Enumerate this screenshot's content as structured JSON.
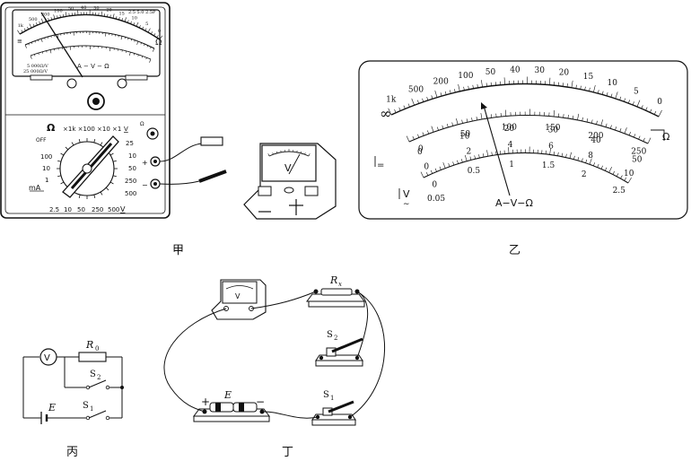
{
  "captions": {
    "jia": "甲",
    "yi": "乙",
    "bing": "丙",
    "ding": "丁"
  },
  "multimeter": {
    "face_omega_label": "Ω",
    "face_ohm_scale_top": [
      "1k",
      "500",
      "200",
      "100",
      "50",
      "40",
      "30",
      "20",
      "15",
      "10",
      "5",
      "0"
    ],
    "face_avo_label": "A − V − Ω",
    "face_spec_1": "5 000Ω/V",
    "face_spec_2": "25 000Ω/V",
    "face_class": "2.5 5.0 2.5P",
    "ohm_section_label": "Ω",
    "ohm_ranges": "×1k ×100 ×10  ×1",
    "off_label": "OFF",
    "ma_label": "mA",
    "ma_ranges": [
      "100",
      "10",
      "1"
    ],
    "dcv_label": "V",
    "dcv_ranges": [
      "2.5",
      "10",
      "50",
      "250",
      "500"
    ],
    "acv_label": "V",
    "acv_ranges": [
      "25",
      "10",
      "50",
      "250",
      "500"
    ],
    "plus_label": "+",
    "minus_label": "−"
  },
  "voltmeter": {
    "label": "V",
    "plus": "+",
    "minus": "−"
  },
  "dial": {
    "ohm_numbers": [
      "1k",
      "500",
      "200",
      "100",
      "50",
      "40",
      "30",
      "20",
      "15",
      "10",
      "5",
      "0"
    ],
    "dc_numbers": [
      "0",
      "50",
      "100",
      "150",
      "200",
      "250"
    ],
    "mid_numbers": [
      "0",
      "10",
      "20",
      "30",
      "40",
      "50"
    ],
    "low_numbers": [
      "0",
      "2",
      "4",
      "6",
      "8",
      "10"
    ],
    "ac_numbers": [
      "0",
      "0.5",
      "1",
      "1.5",
      "2",
      "2.5"
    ],
    "ac_first": "0.05",
    "infinity": "∞",
    "omega_symbol": "Ω",
    "dc_symbol": "=",
    "ac_symbol": "V",
    "avo_label": "A−V−Ω"
  },
  "schematic": {
    "voltmeter": "V",
    "resistor": "R",
    "resistor_sub": "0",
    "switch2": "S",
    "switch2_sub": "2",
    "switch1": "S",
    "switch1_sub": "1",
    "battery": "E"
  },
  "realcircuit": {
    "rx": "R",
    "rx_sub": "x",
    "s2": "S",
    "s2_sub": "2",
    "s1": "S",
    "s1_sub": "1",
    "battery": "E",
    "meter": "V",
    "plus": "+",
    "minus": "−"
  }
}
